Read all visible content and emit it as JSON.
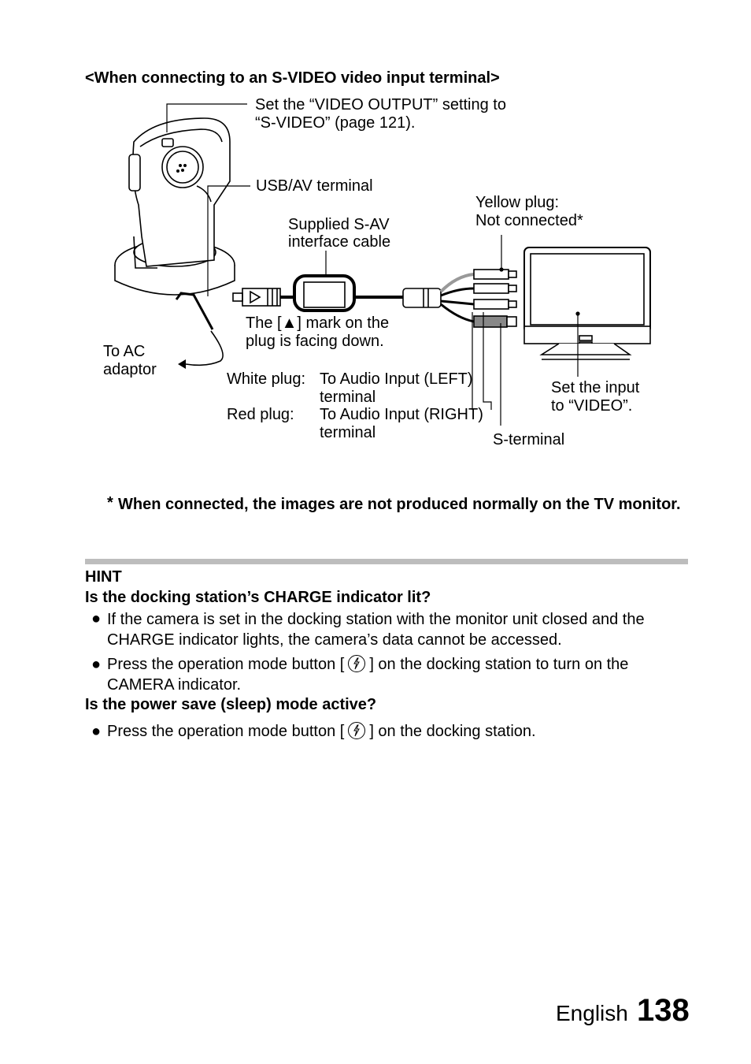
{
  "heading": "<When connecting to an S-VIDEO video input terminal>",
  "callouts": {
    "video_output_1": "Set the “VIDEO OUTPUT” setting to",
    "video_output_2": "“S-VIDEO” (page 121).",
    "usb_av": "USB/AV terminal",
    "cable_1": "Supplied S-AV",
    "cable_2": "interface cable",
    "yellow_1": "Yellow plug:",
    "yellow_2": "Not connected*",
    "mark_1": "The [▲] mark on the",
    "mark_2": "plug is facing down.",
    "ac_1": "To AC",
    "ac_2": "adaptor",
    "white_label": "White plug:",
    "white_1": "To Audio Input (LEFT)",
    "white_2": "terminal",
    "red_label": "Red plug:",
    "red_1": "To Audio Input (RIGHT)",
    "red_2": "terminal",
    "set_input_1": "Set the input",
    "set_input_2": "to “VIDEO”.",
    "s_terminal": "S-terminal"
  },
  "note": {
    "star": "*",
    "text": "When connected, the images are not produced normally on the TV monitor."
  },
  "hint": {
    "title": "HINT",
    "q1": "Is the docking station’s CHARGE indicator lit?",
    "b1": "If the camera is set in the docking station with the monitor unit closed and the CHARGE indicator lights, the camera’s data cannot be accessed.",
    "b2_pre": "Press the operation mode button [",
    "b2_post": "] on the docking station to turn on the CAMERA indicator.",
    "q2": "Is the power save (sleep) mode active?",
    "b3_pre": "Press the operation mode button [",
    "b3_post": "] on the docking station.",
    "bullet": "●",
    "icon": "operation-mode-icon"
  },
  "footer": {
    "language": "English",
    "page": "138"
  }
}
